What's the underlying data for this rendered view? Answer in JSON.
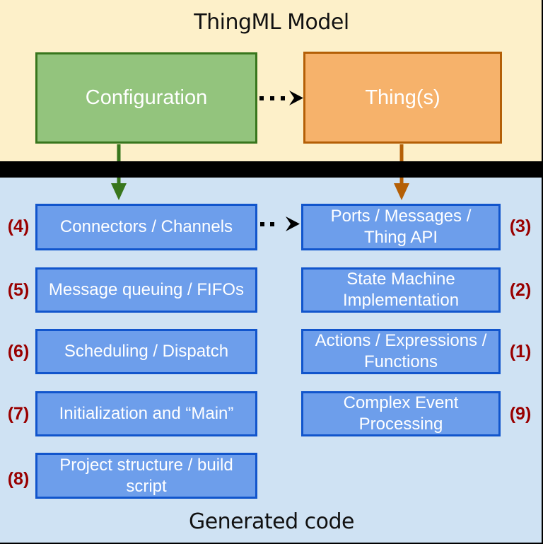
{
  "header": {
    "title": "ThingML Model"
  },
  "footer": {
    "title": "Generated code"
  },
  "model": {
    "configuration_label": "Configuration",
    "things_label": "Thing(s)"
  },
  "generated": {
    "left": [
      {
        "num": "(4)",
        "label": "Connectors / Channels"
      },
      {
        "num": "(5)",
        "label": "Message queuing / FIFOs"
      },
      {
        "num": "(6)",
        "label": "Scheduling / Dispatch"
      },
      {
        "num": "(7)",
        "label": "Initialization and “Main”"
      },
      {
        "num": "(8)",
        "label": "Project structure / build script"
      }
    ],
    "right": [
      {
        "num": "(3)",
        "label": "Ports / Messages / Thing API"
      },
      {
        "num": "(2)",
        "label": "State Machine Implementation"
      },
      {
        "num": "(1)",
        "label": "Actions / Expressions / Functions"
      },
      {
        "num": "(9)",
        "label": "Complex Event Processing"
      }
    ]
  },
  "colors": {
    "top_background": "#FDF0C9",
    "bottom_background": "#CFE2F3",
    "separator": "#000000",
    "configuration_fill": "#93C47D",
    "configuration_border": "#38761D",
    "things_fill": "#F6B26B",
    "things_border": "#B45F06",
    "generated_fill": "#6D9EEB",
    "generated_border": "#1155CC",
    "number_color": "#990000",
    "box_text": "#FFFFFF"
  }
}
